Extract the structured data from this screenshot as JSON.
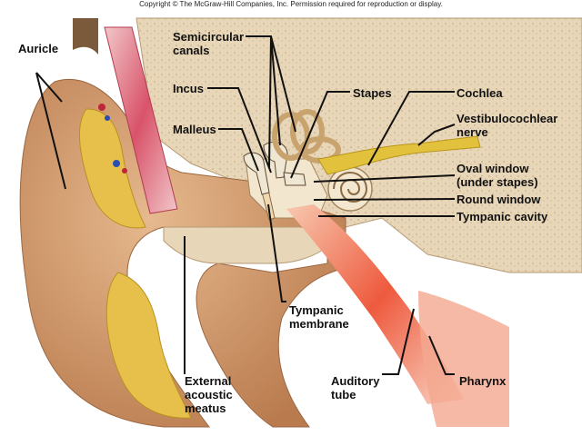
{
  "copyright": "Copyright © The McGraw-Hill Companies, Inc. Permission required for reproduction or display.",
  "labels": {
    "auricle": "Auricle",
    "semicircular_1": "Semicircular",
    "semicircular_2": "canals",
    "incus": "Incus",
    "malleus": "Malleus",
    "stapes": "Stapes",
    "cochlea": "Cochlea",
    "vestibulocochlear_1": "Vestibulocochlear",
    "vestibulocochlear_2": "nerve",
    "oval_window_1": "Oval window",
    "oval_window_2": "(under stapes)",
    "round_window": "Round window",
    "tympanic_cavity": "Tympanic cavity",
    "tympanic_membrane_1": "Tympanic",
    "tympanic_membrane_2": "membrane",
    "external_1": "External",
    "external_2": "acoustic",
    "external_3": "meatus",
    "auditory_1": "Auditory",
    "auditory_2": "tube",
    "pharynx": "Pharynx"
  },
  "colors": {
    "skin": "#d9a77a",
    "skin_shadow": "#c18558",
    "bone": "#e8d6b8",
    "cartilage": "#e6c04a",
    "muscle": "#d9536a",
    "nerve": "#e2c23c",
    "mucosa": "#e8452e",
    "hair": "#7a5a3a"
  }
}
